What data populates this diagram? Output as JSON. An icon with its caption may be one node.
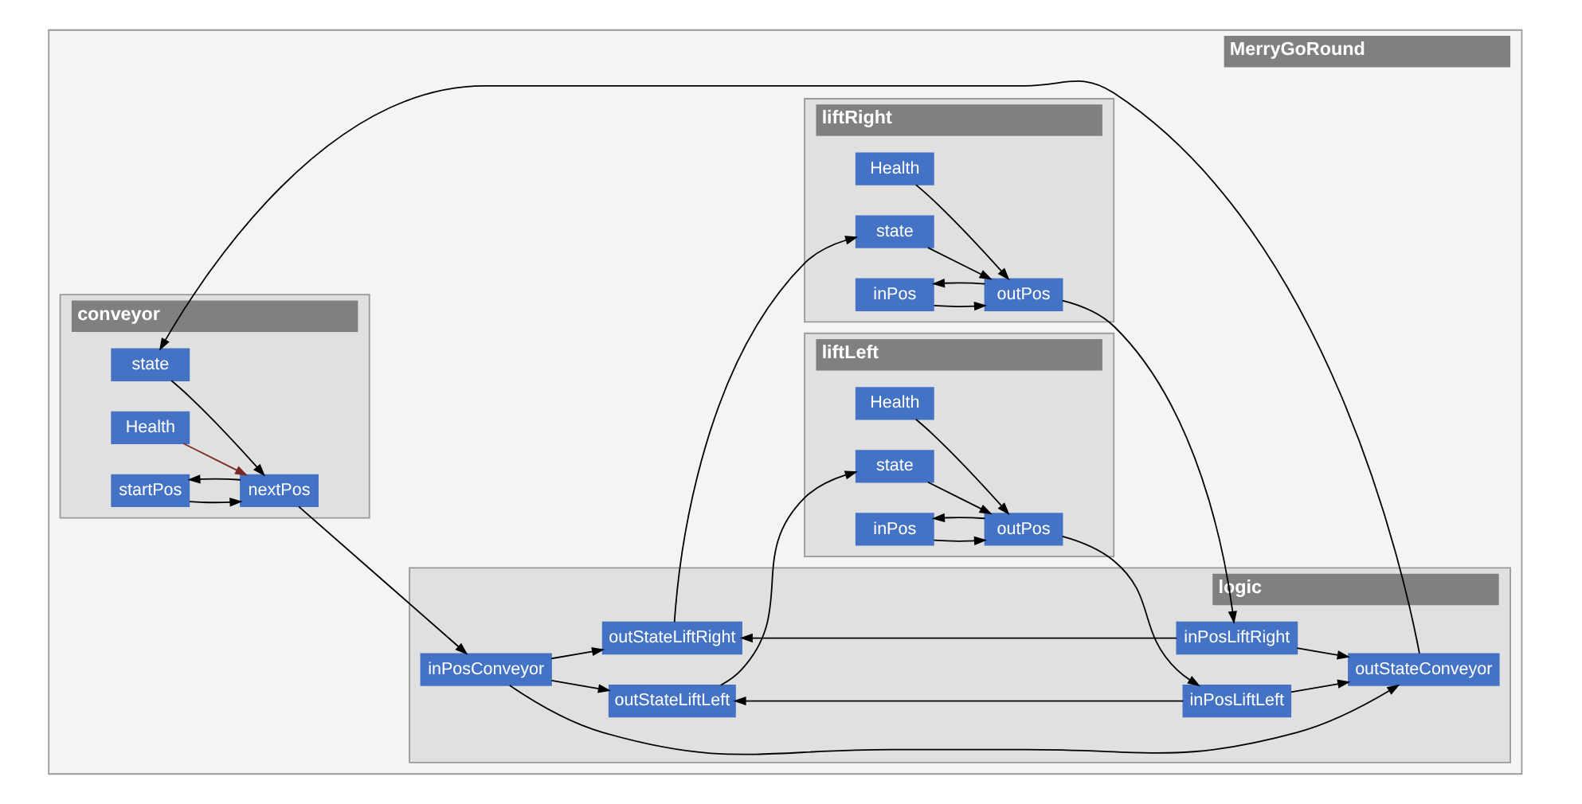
{
  "diagram": {
    "nodes": [
      {
        "text": [
          "MerryGoRound"
        ]
      },
      {
        "text": [
          "conveyor"
        ],
        "in": 0
      },
      {
        "text": [
          "state"
        ],
        "in": 1
      },
      {
        "text": [
          "Health"
        ],
        "in": 1
      },
      {
        "text": [
          "startPos"
        ],
        "in": 1
      },
      {
        "text": [
          "nextPos"
        ],
        "in": 1
      },
      {
        "text": [
          "liftLeft"
        ],
        "in": 0
      },
      {
        "text": [
          "inPos"
        ],
        "in": 6
      },
      {
        "text": [
          "Health"
        ],
        "in": 6
      },
      {
        "text": [
          "outPos"
        ],
        "in": 6
      },
      {
        "text": [
          "state"
        ],
        "in": 6
      },
      {
        "text": [
          "logic"
        ],
        "in": 0
      },
      {
        "text": [
          "inPosLiftLeft"
        ],
        "in": 11
      },
      {
        "text": [
          "outStateConveyor"
        ],
        "in": 11
      },
      {
        "text": [
          "inPosLiftRight"
        ],
        "in": 11
      },
      {
        "text": [
          "outStateLiftLeft"
        ],
        "in": 11
      },
      {
        "text": [
          "inPosConveyor"
        ],
        "in": 11
      },
      {
        "text": [
          "outStateLiftRight"
        ],
        "in": 11
      },
      {
        "text": [
          "liftRight"
        ],
        "in": 0
      },
      {
        "text": [
          "inPos"
        ],
        "in": 18
      },
      {
        "text": [
          "outPos"
        ],
        "in": 18
      },
      {
        "text": [
          "Health"
        ],
        "in": 18
      },
      {
        "text": [
          "state"
        ],
        "in": 18
      }
    ],
    "edges": [
      {
        "from": 2,
        "to": 5,
        "arrow": "to"
      },
      {
        "from": 3,
        "to": 5,
        "arrow": "to",
        "color": "#7b2a2a"
      },
      {
        "from": 4,
        "to": 5,
        "arrow": "to"
      },
      {
        "from": 5,
        "to": 4,
        "arrow": "to"
      },
      {
        "from": 5,
        "to": 16,
        "arrow": "to"
      },
      {
        "from": 9,
        "to": 7,
        "arrow": "to"
      },
      {
        "from": 7,
        "to": 9,
        "arrow": "to"
      },
      {
        "from": 8,
        "to": 9,
        "arrow": "to"
      },
      {
        "from": 10,
        "to": 9,
        "arrow": "to"
      },
      {
        "from": 9,
        "to": 12,
        "arrow": "to"
      },
      {
        "from": 12,
        "to": 13,
        "arrow": "to"
      },
      {
        "from": 12,
        "to": 15,
        "arrow": "to"
      },
      {
        "from": 14,
        "to": 13,
        "arrow": "to"
      },
      {
        "from": 14,
        "to": 17,
        "arrow": "to"
      },
      {
        "from": 13,
        "to": 2,
        "arrow": "to"
      },
      {
        "from": 15,
        "to": 10,
        "arrow": "to"
      },
      {
        "from": 16,
        "to": 15,
        "arrow": "to"
      },
      {
        "from": 16,
        "to": 17,
        "arrow": "to"
      },
      {
        "from": 16,
        "to": 13,
        "arrow": "to"
      },
      {
        "from": 17,
        "to": 22,
        "arrow": "to"
      },
      {
        "from": 20,
        "to": 14,
        "arrow": "to"
      },
      {
        "from": 19,
        "to": 20,
        "arrow": "to"
      },
      {
        "from": 20,
        "to": 19,
        "arrow": "to"
      },
      {
        "from": 21,
        "to": 20,
        "arrow": "to"
      },
      {
        "from": 22,
        "to": 20,
        "arrow": "to"
      }
    ]
  }
}
